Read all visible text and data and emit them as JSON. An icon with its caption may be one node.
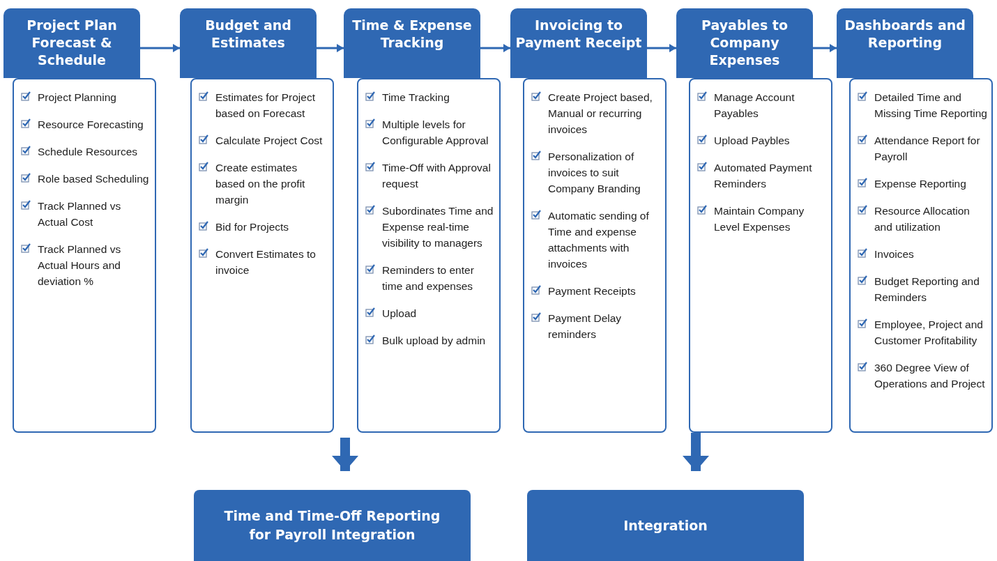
{
  "diagram": {
    "nodes": [
      {
        "text": [
          "Project Plan Forecast & Schedule"
        ]
      },
      {
        "text": [
          "Project Planning",
          "Resource Forecasting",
          "Schedule Resources",
          "Role based Scheduling",
          "Track Planned vs Actual Cost",
          "Track Planned vs Actual Hours and deviation %"
        ]
      },
      {
        "text": [
          "Budget and Estimates"
        ]
      },
      {
        "text": [
          "Estimates for Project based on Forecast",
          "Calculate Project Cost",
          "Create estimates based on the profit margin",
          "Bid for Projects",
          "Convert Estimates to invoice"
        ]
      },
      {
        "text": [
          "Time & Expense Tracking"
        ]
      },
      {
        "text": [
          "Time Tracking",
          "Multiple levels for Configurable Approval",
          "Time-Off with Approval request",
          "Subordinates Time and Expense real-time visibility to managers",
          "Reminders to enter time and expenses",
          "Upload",
          "Bulk upload by admin"
        ]
      },
      {
        "text": [
          "Invoicing to Payment Receipt"
        ]
      },
      {
        "text": [
          "Create Project based, Manual or recurring invoices",
          "Personalization of invoices to suit Company Branding",
          "Automatic sending of Time and expense attachments with invoices",
          "Payment Receipts",
          "Payment Delay reminders"
        ]
      },
      {
        "text": [
          "Payables to Company Expenses"
        ]
      },
      {
        "text": [
          "Manage Account Payables",
          "Upload Paybles",
          "Automated Payment Reminders",
          "Maintain Company Level Expenses"
        ]
      },
      {
        "text": [
          "Dashboards and Reporting"
        ]
      },
      {
        "text": [
          "Detailed Time and Missing Time Reporting",
          "Attendance Report for Payroll",
          "Expense Reporting",
          "Resource Allocation and utilization",
          "Invoices",
          "Budget Reporting and Reminders",
          "Employee, Project and Customer Profitability",
          "360 Degree View of Operations and Project"
        ]
      },
      {
        "text": [
          "Time and Time-Off Reporting for Payroll Integration"
        ]
      },
      {
        "text": [
          "Integration"
        ]
      }
    ],
    "edges": [
      {
        "from": 0,
        "to": 2,
        "arrow": "to"
      },
      {
        "from": 2,
        "to": 4,
        "arrow": "to"
      },
      {
        "from": 4,
        "to": 6,
        "arrow": "to"
      },
      {
        "from": 6,
        "to": 8,
        "arrow": "to"
      },
      {
        "from": 8,
        "to": 10,
        "arrow": "to"
      },
      {
        "from": null,
        "to": 12,
        "arrow": "to",
        "style": "thick"
      },
      {
        "from": 9,
        "to": 13,
        "arrow": "to",
        "style": "thick"
      }
    ]
  }
}
